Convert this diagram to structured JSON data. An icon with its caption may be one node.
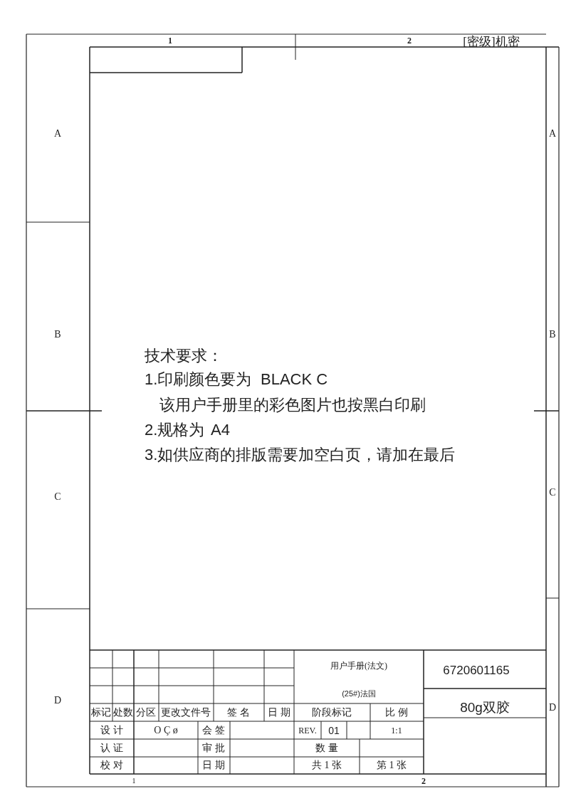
{
  "diagram": {
    "labels": [
      "1",
      "2",
      "[密级]机密",
      "A",
      "A",
      "B",
      "B",
      "技术要求：",
      "1.印刷颜色要为",
      "BLACK C",
      "该用户手册里的彩色图片也按黑白印刷",
      "2.规格为",
      "A4",
      "3.如供应商的排版需要加空白页，请加在最后",
      "C",
      "C",
      "D",
      "D",
      "用户手册(法文)",
      "6720601165",
      "(25#)法国",
      "80g双胶",
      "标记",
      "处数",
      "分区",
      "更改文件号",
      "签 名",
      "日 期",
      "阶段标记",
      "比 例",
      "设 计",
      "O Ç ø",
      "会 签",
      "REV.",
      "01",
      "1:1",
      "认 证",
      "审 批",
      "数 量",
      "校 对",
      "日 期",
      "共 1 张",
      "第 1 张",
      "1",
      "2"
    ]
  }
}
